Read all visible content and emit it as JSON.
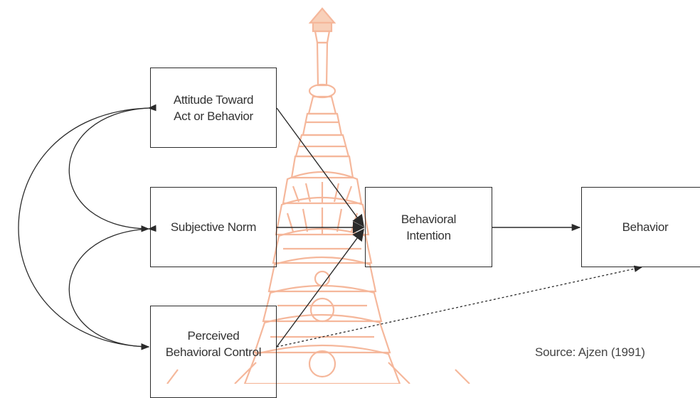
{
  "diagram": {
    "nodes": {
      "attitude": "Attitude Toward\nAct or Behavior",
      "subjective_norm": "Subjective Norm",
      "perceived_control": "Perceived\nBehavioral Control",
      "intention": "Behavioral\nIntention",
      "behavior": "Behavior"
    },
    "source": "Source:  Ajzen (1991)",
    "colors": {
      "stroke": "#2b2b2b",
      "watermark": "#f2a07a",
      "text": "#333333"
    }
  }
}
